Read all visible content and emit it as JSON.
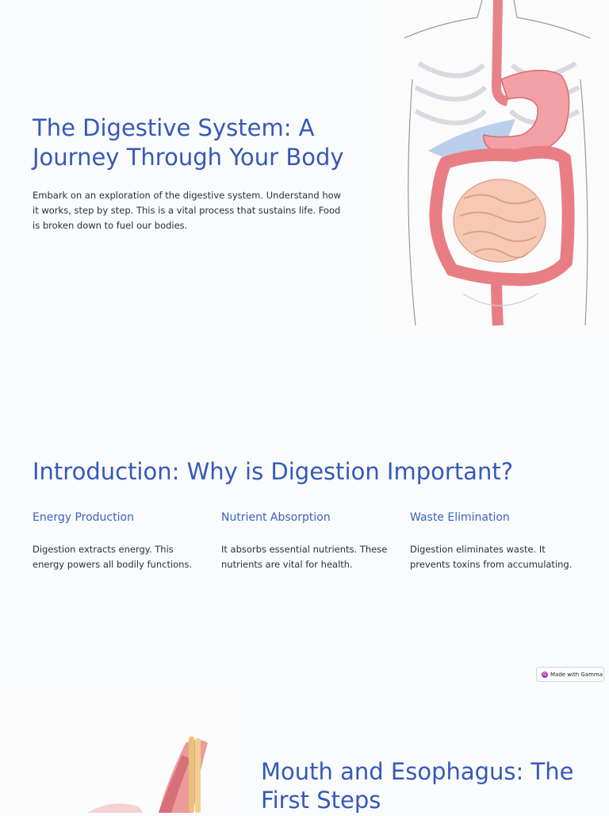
{
  "hero": {
    "title": "The Digestive System: A Journey Through Your Body",
    "description": "Embark on an exploration of the digestive system. Understand how it works, step by step. This is a vital process that sustains life. Food is broken down to fuel our bodies."
  },
  "intro": {
    "title": "Introduction: Why is Digestion Important?",
    "cards": [
      {
        "heading": "Energy Production",
        "text": "Digestion extracts energy. This energy powers all bodily functions."
      },
      {
        "heading": "Nutrient Absorption",
        "text": "It absorbs essential nutrients. These nutrients are vital for health."
      },
      {
        "heading": "Waste Elimination",
        "text": "Digestion eliminates waste. It prevents toxins from accumulating."
      }
    ]
  },
  "badge": {
    "label": "Made with Gamma",
    "icon": "gamma-logo-icon"
  },
  "slide3": {
    "title": "Mouth and Esophagus: The First Steps"
  },
  "colors": {
    "accent": "#3659b8",
    "background": "#fafbfd"
  }
}
